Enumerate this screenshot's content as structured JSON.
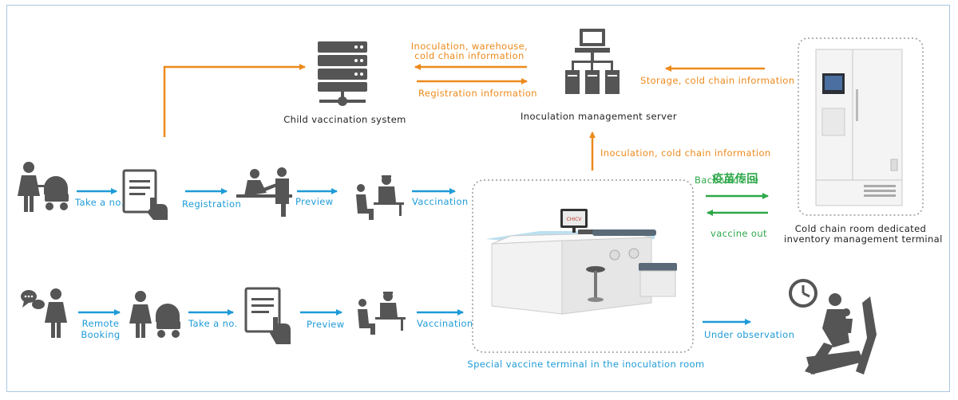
{
  "system": {
    "child_vaccination_system": "Child vaccination system",
    "inoculation_management_server": "Inoculation management server",
    "to_system_line1": "Inoculation, warehouse,",
    "to_system_line2": "cold chain information",
    "registration_information": "Registration information",
    "storage_cold_chain": "Storage, cold chain information",
    "inoculation_cold_chain": "Inoculation, cold chain information"
  },
  "row1": {
    "take_a_no": "Take a no.",
    "registration": "Registration",
    "preview": "Preview",
    "vaccination": "Vaccination"
  },
  "row2": {
    "remote_booking_line1": "Remote",
    "remote_booking_line2": "Booking",
    "take_a_no": "Take a no.",
    "preview": "Preview",
    "vaccination": "Vaccination"
  },
  "terminal": {
    "caption": "Special vaccine terminal in the inoculation room",
    "screen_text": "CHICV"
  },
  "cold_chain": {
    "back_vaccine": "Back vaccine",
    "overlay_cn": "疫苗传回",
    "vaccine_out": "vaccine out",
    "caption_line1": "Cold chain room dedicated",
    "caption_line2": "inventory management terminal"
  },
  "observation": {
    "under_observation": "Under observation"
  },
  "colors": {
    "blue_arrow": "#1e9bd7",
    "orange_arrow": "#ec8a1c",
    "green_arrow": "#2ea84a",
    "icon_gray": "#555555",
    "frame_border": "#a9c7e3"
  }
}
